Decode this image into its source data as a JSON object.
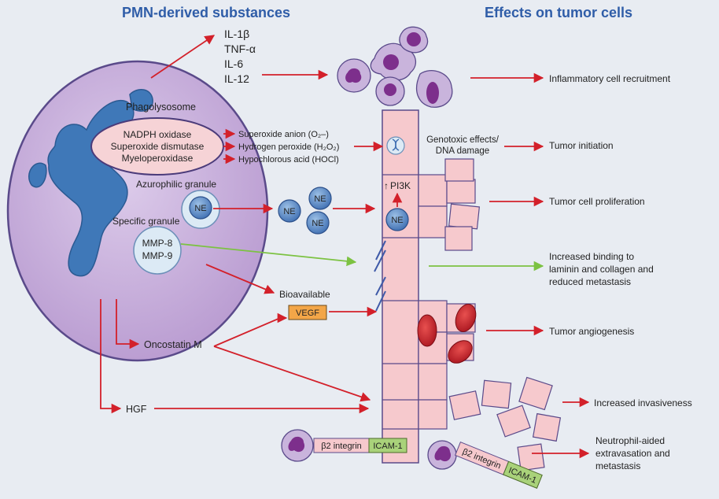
{
  "headers": {
    "left": "PMN-derived substances",
    "right": "Effects on tumor cells"
  },
  "cytokines": [
    "IL-1β",
    "TNF-α",
    "IL-6",
    "IL-12"
  ],
  "neutrophil": {
    "phagolysosome": "Phagolysosome",
    "enzymes": [
      "NADPH oxidase",
      "Superoxide dismutase",
      "Myeloperoxidase"
    ],
    "azurophilic_granule": "Azurophilic granule",
    "specific_granule": "Specific granule",
    "ne": "NE",
    "mmp": [
      "MMP-8",
      "MMP-9"
    ]
  },
  "ros": [
    "Superoxide anion (O₂–)",
    "Hydrogen peroxide (H₂O₂)",
    "Hypochlorous acid (HOCl)"
  ],
  "genotoxic": [
    "Genotoxic effects/",
    "DNA damage"
  ],
  "pi3k": "PI3K",
  "pi3k_arrow": "↑",
  "bioavailable": "Bioavailable",
  "vegf": "VEGF",
  "oncostatin": "Oncostatin M",
  "hgf": "HGF",
  "beta2_integrin": "β2 integrin",
  "icam1": "ICAM-1",
  "effects": {
    "inflammatory": "Inflammatory cell recruitment",
    "initiation": "Tumor initiation",
    "proliferation": "Tumor cell proliferation",
    "binding": [
      "Increased binding to",
      "laminin and collagen and",
      "reduced metastasis"
    ],
    "angiogenesis": "Tumor angiogenesis",
    "invasiveness": "Increased invasiveness",
    "extravasation": [
      "Neutrophil-aided",
      "extravasation and",
      "metastasis"
    ]
  },
  "colors": {
    "background": "#e8ecf2",
    "header": "#2f5da8",
    "arrow_red": "#d3202a",
    "arrow_green": "#7cc242",
    "neutrophil_fill": "#c9b4dc",
    "nucleus": "#3f78b8",
    "enzyme_fill": "#f6d3d6",
    "granule_fill": "#dceaf5",
    "ne_fill": "#5e8fc8",
    "tumor_cell": "#f6c9cd",
    "cell_border": "#5a4a8a",
    "vegf_fill": "#f3a648",
    "icam_fill": "#a9d27a",
    "rbc": "#cc1f2a"
  }
}
